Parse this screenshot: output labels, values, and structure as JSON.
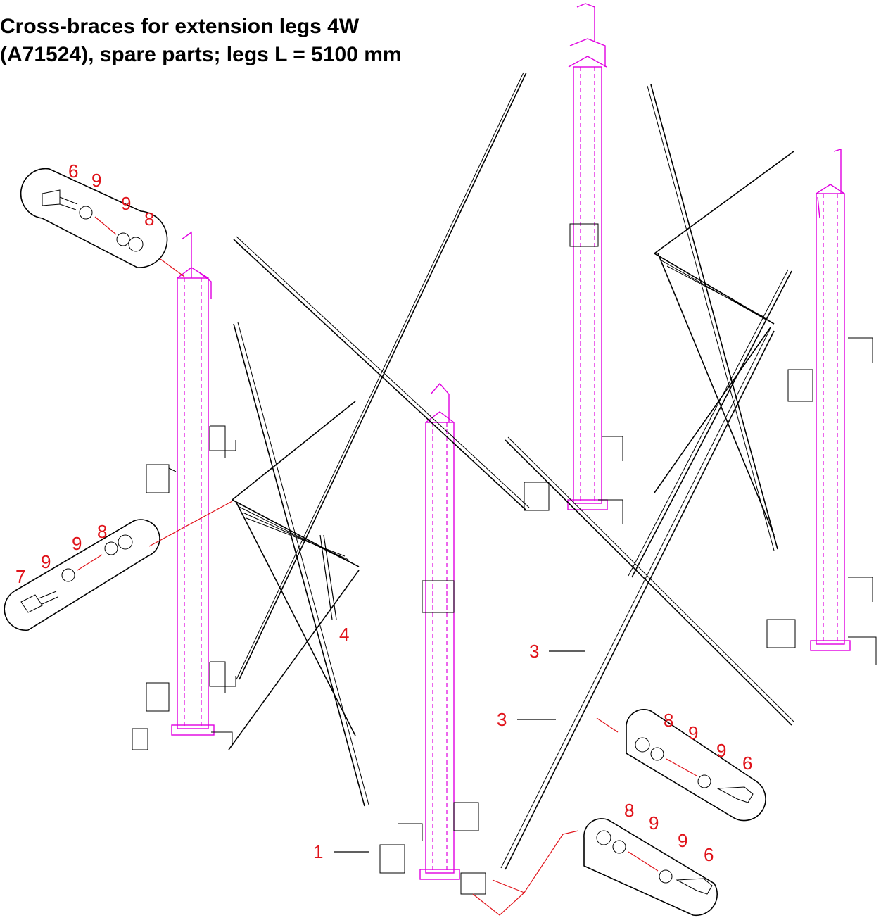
{
  "title": {
    "line1": "Cross-braces for extension legs 4W",
    "line2": "(A71524), spare parts; legs L = 5100 mm"
  },
  "colors": {
    "legs": "#e000e0",
    "braces": "#000000",
    "callouts": "#e0131a"
  },
  "callouts": {
    "top_left": {
      "a": "6",
      "b": "9",
      "c": "9",
      "d": "8"
    },
    "mid_left": {
      "a": "7",
      "b": "9",
      "c": "9",
      "d": "8"
    },
    "mid_right": {
      "a": "8",
      "b": "9",
      "c": "9",
      "d": "6"
    },
    "bottom_right": {
      "a": "8",
      "b": "9",
      "c": "9",
      "d": "6"
    },
    "part_4": "4",
    "part_3_upper": "3",
    "part_3_lower": "3",
    "part_1": "1"
  }
}
